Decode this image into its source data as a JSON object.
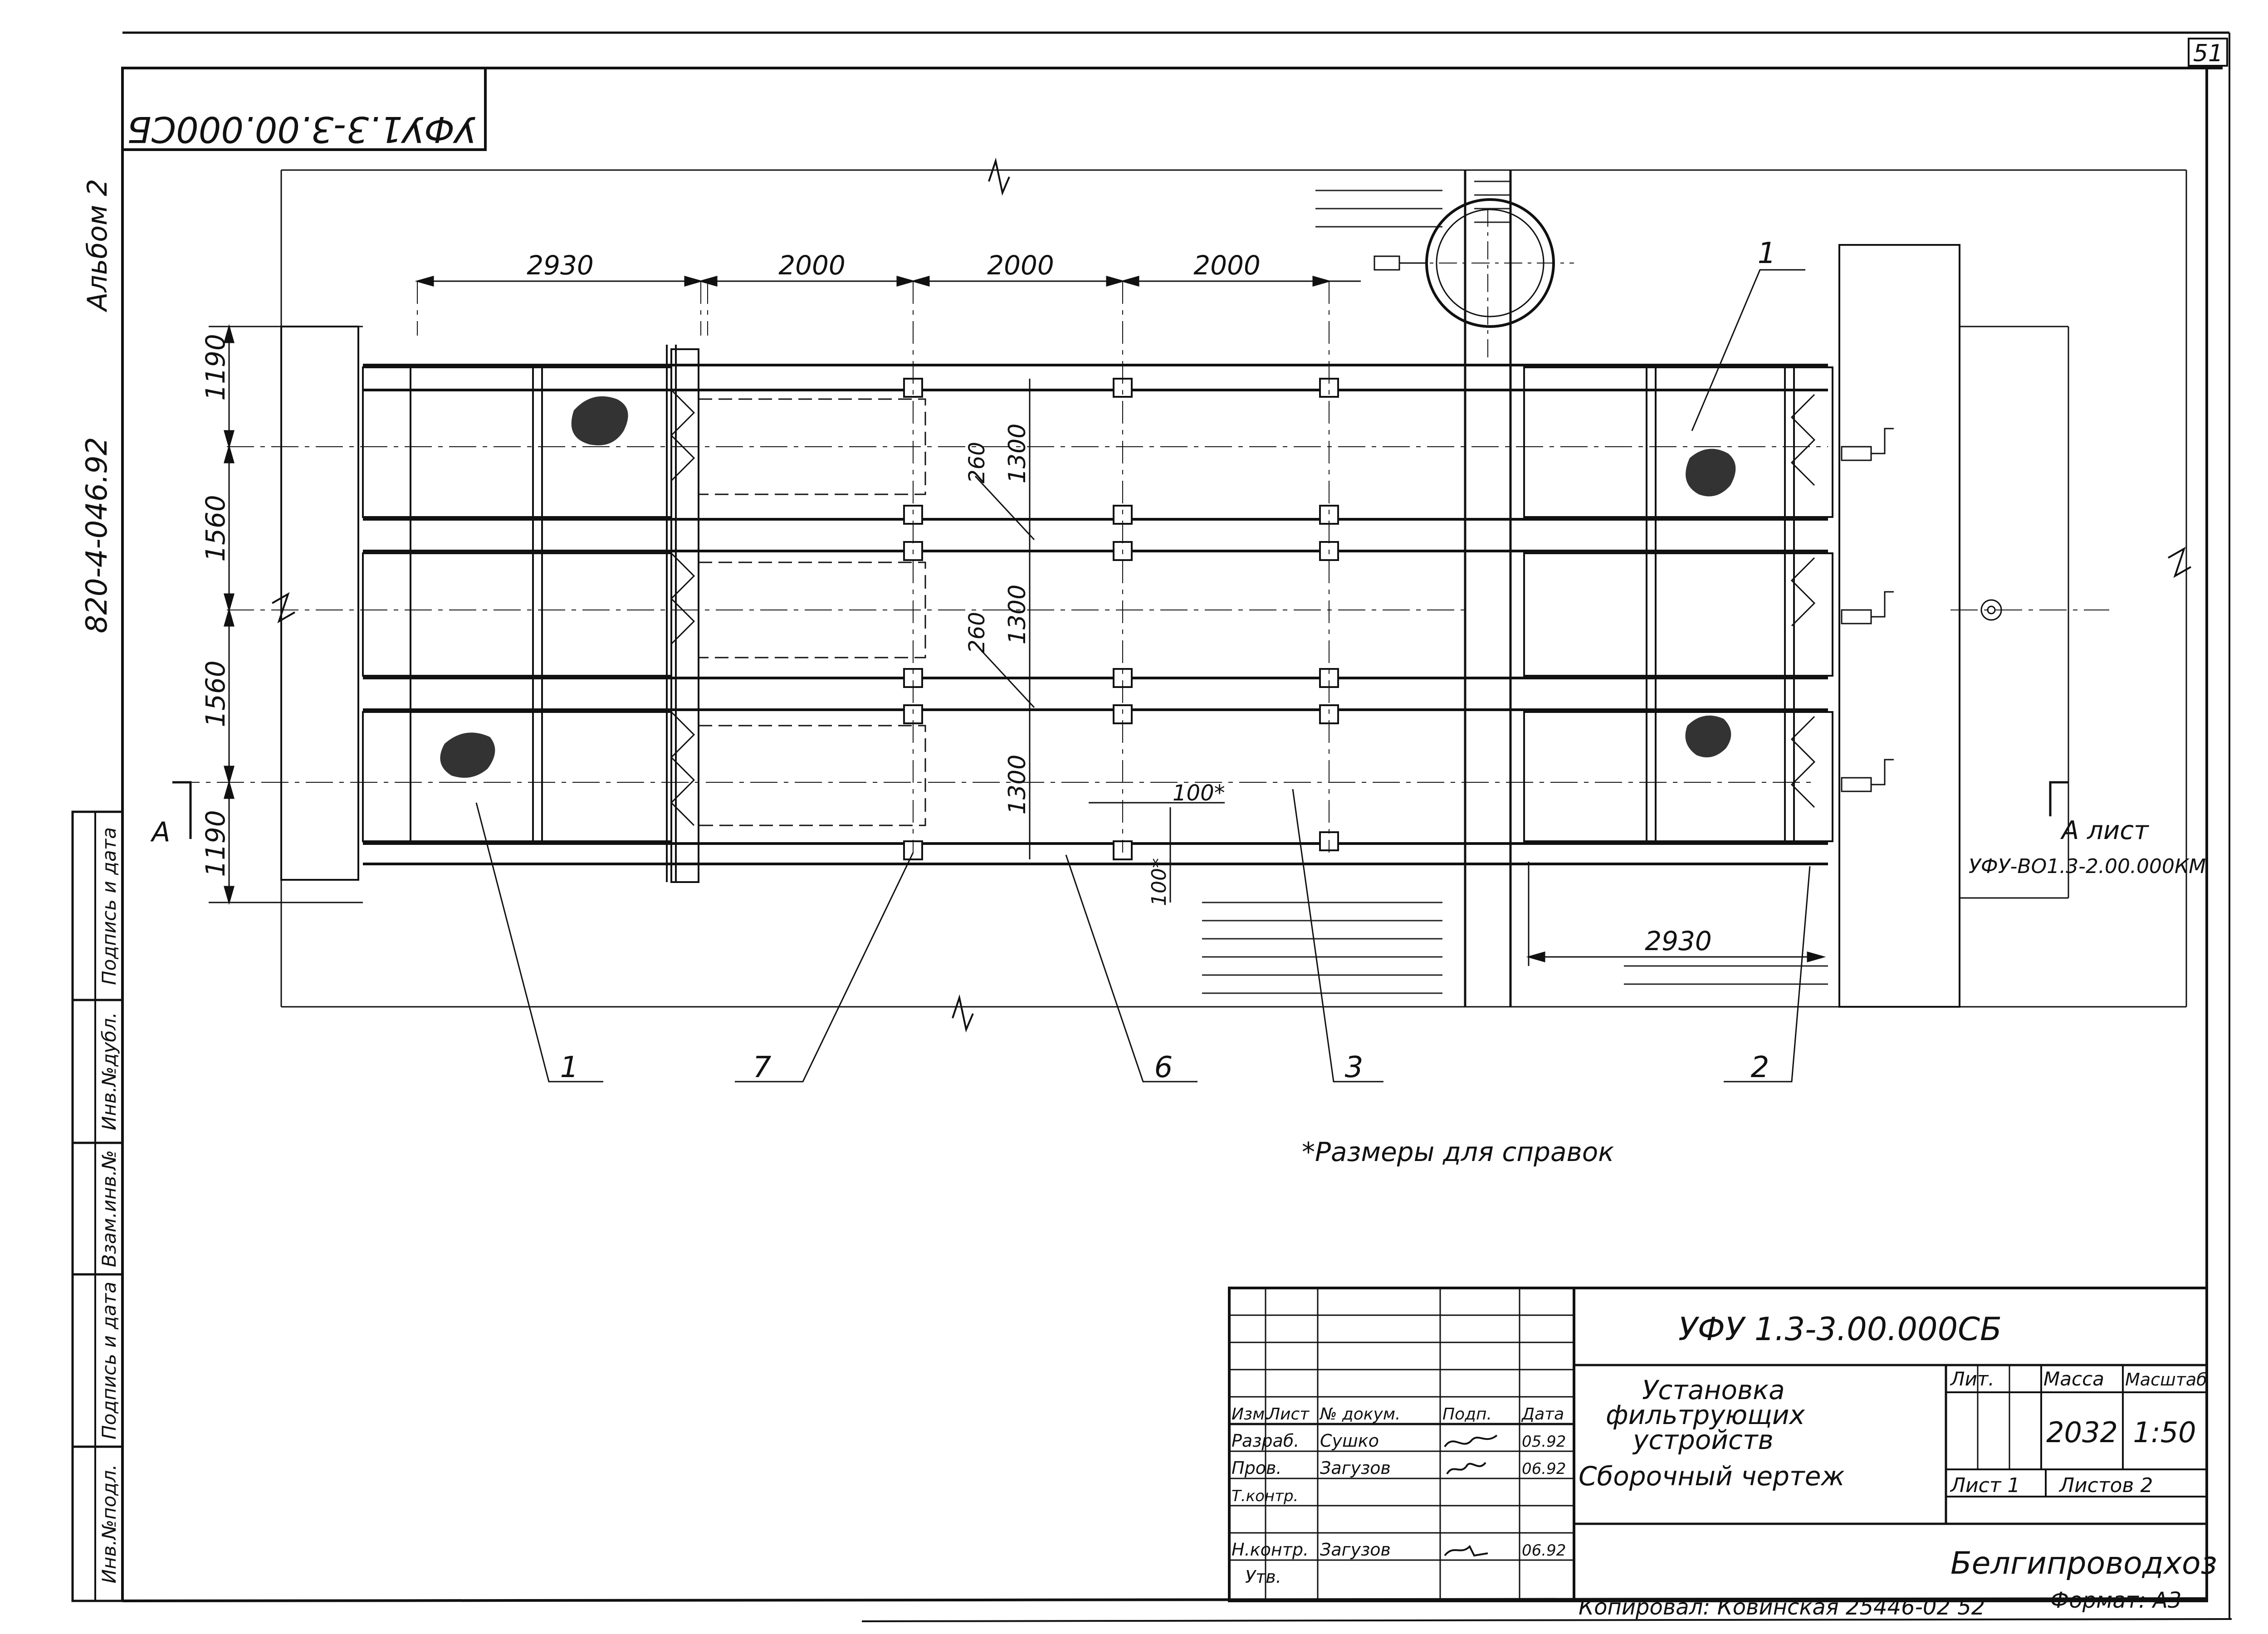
{
  "sheet_number": "51",
  "top_code_mirrored": "УФУ1.3-3.00.000СБ",
  "album": "Альбом 2",
  "project_code": "820-4-046.92",
  "dimensions": {
    "top": [
      "2930",
      "2000",
      "2000",
      "2000"
    ],
    "left": [
      "1190",
      "1560",
      "1560",
      "1190"
    ],
    "mid_a": [
      "1300",
      "1300",
      "1300"
    ],
    "mid_b": [
      "260",
      "260"
    ],
    "small": [
      "100*",
      "100*"
    ],
    "bottom": "2930"
  },
  "section_marks": {
    "left": "А",
    "right": "А лист",
    "right_ref": "УФУ-ВО1.3-2.00.000КМ"
  },
  "callouts": [
    "1",
    "1",
    "7",
    "6",
    "3",
    "2"
  ],
  "note": "*Размеры для справок",
  "side_stamp": {
    "labels": [
      "Инв.№подл.",
      "Подпись и дата",
      "Взам.инв.№",
      "Инв.№дубл.",
      "Подпись и дата"
    ]
  },
  "title_block": {
    "designation": "УФУ 1.3-3.00.000СБ",
    "title_lines": [
      "Установка",
      "фильтрующих",
      "устройств",
      "Сборочный чертеж"
    ],
    "headers": [
      "Изм.",
      "Лист",
      "№ докум.",
      "Подп.",
      "Дата"
    ],
    "rows": [
      {
        "role": "Разраб.",
        "name": "Сушко",
        "date": "05.92"
      },
      {
        "role": "Пров.",
        "name": "Загузов",
        "date": "06.92"
      },
      {
        "role": "Т.контр.",
        "name": "",
        "date": ""
      },
      {
        "role": "Н.контр.",
        "name": "Загузов",
        "date": "06.92"
      },
      {
        "role": "Утв.",
        "name": "",
        "date": ""
      }
    ],
    "lit_label": "Лит.",
    "mass_label": "Масса",
    "scale_label": "Масштаб",
    "mass": "2032",
    "scale": "1:50",
    "sheet": "Лист 1",
    "sheets": "Листов 2",
    "organization": "Белгипроводхоз"
  },
  "footer": {
    "copied": "Копировал: Ковинская 25446-02 52",
    "format": "Формат: А3"
  }
}
